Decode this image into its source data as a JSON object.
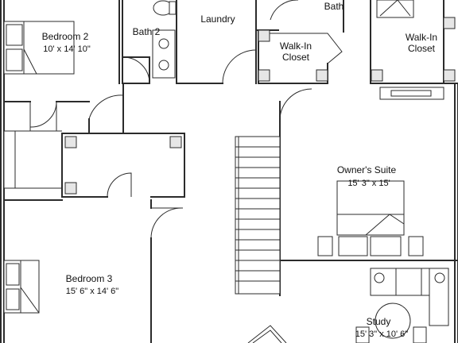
{
  "rooms": {
    "bedroom2": {
      "name": "Bedroom 2",
      "dims": "10' x 14' 10\""
    },
    "bath2": {
      "name": "Bath 2"
    },
    "laundry": {
      "name": "Laundry"
    },
    "bath": {
      "name": "Bath"
    },
    "walkin1": {
      "name_line1": "Walk-In",
      "name_line2": "Closet"
    },
    "walkin2": {
      "name_line1": "Walk-In",
      "name_line2": "Closet"
    },
    "owners_suite": {
      "name": "Owner's Suite",
      "dims": "15' 3\" x 15'"
    },
    "bedroom3": {
      "name": "Bedroom 3",
      "dims": "15' 6\" x 14' 6\""
    },
    "study": {
      "name": "Study",
      "dims": "15' 3\" x 10' 6\""
    }
  }
}
